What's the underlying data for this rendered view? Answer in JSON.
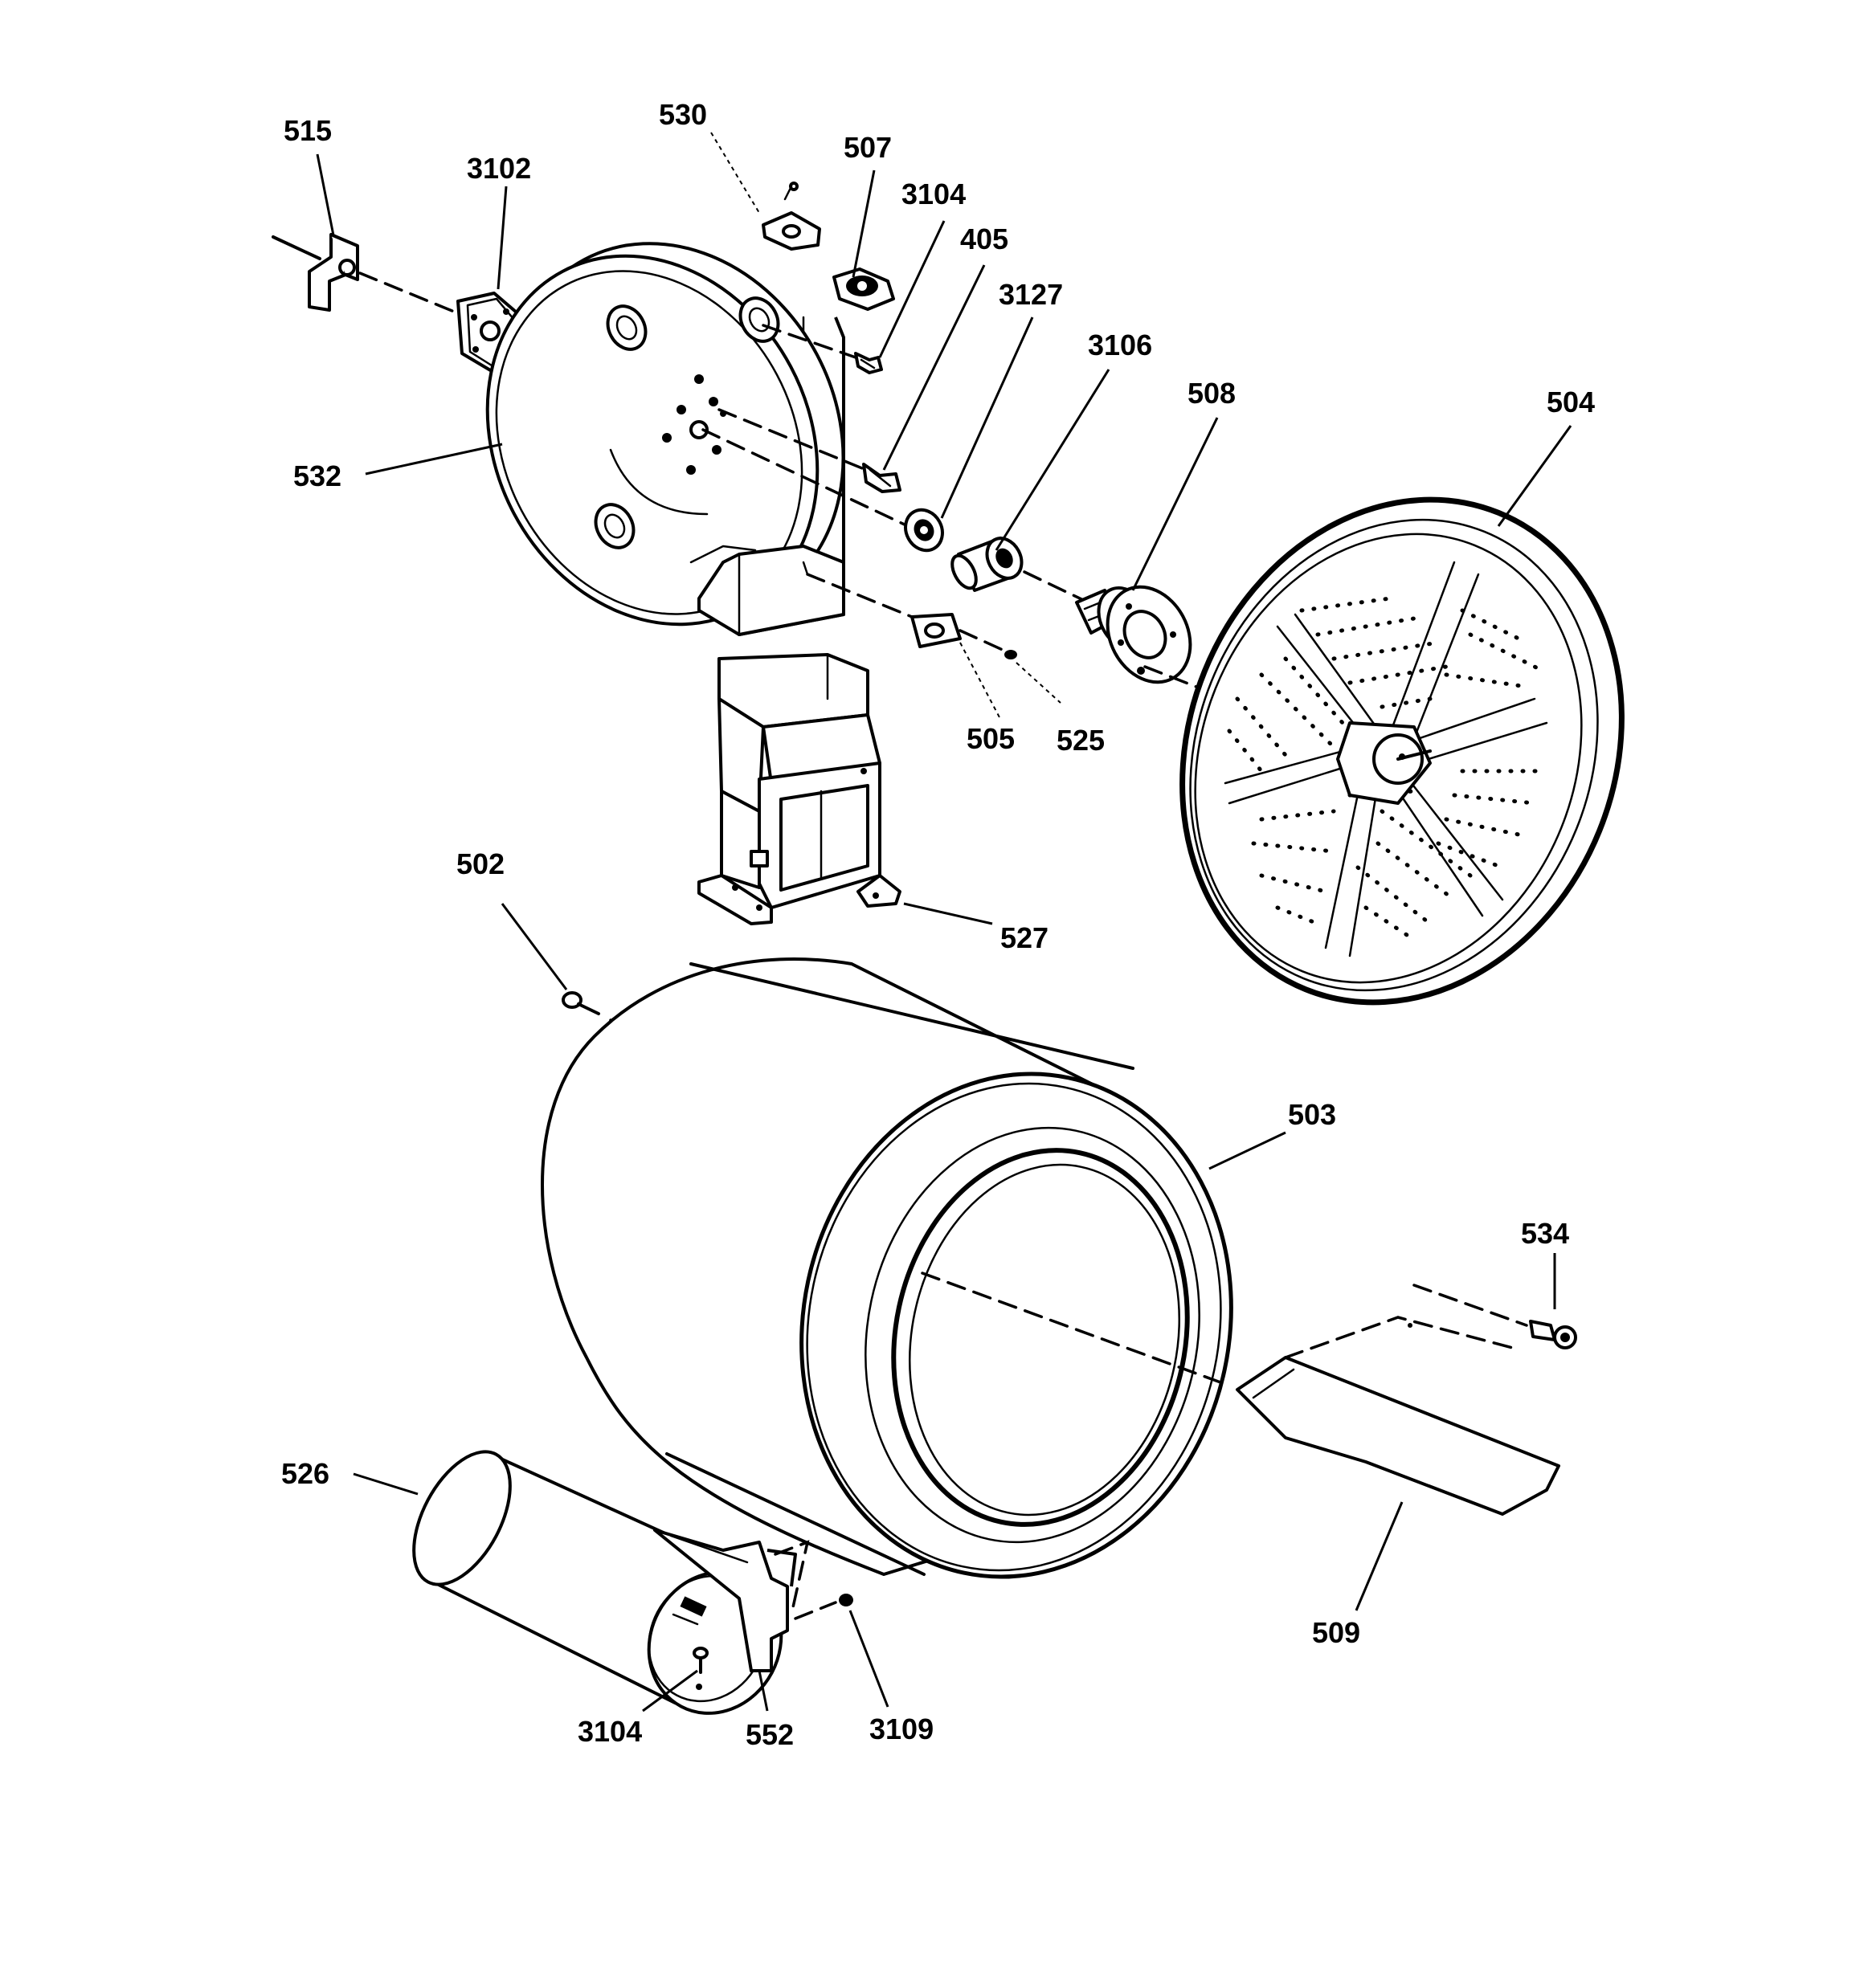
{
  "diagram": {
    "type": "exploded-parts-diagram",
    "labels": {
      "p515": "515",
      "p3102": "3102",
      "p530": "530",
      "p507": "507",
      "p3104_top": "3104",
      "p405": "405",
      "p3127": "3127",
      "p3106": "3106",
      "p508": "508",
      "p504": "504",
      "p532": "532",
      "p505": "505",
      "p525": "525",
      "p502": "502",
      "p527": "527",
      "p503": "503",
      "p534": "534",
      "p526": "526",
      "p509": "509",
      "p3104_bottom": "3104",
      "p552": "552",
      "p3109": "3109"
    },
    "colors": {
      "line": "#000000",
      "background": "#ffffff"
    }
  }
}
